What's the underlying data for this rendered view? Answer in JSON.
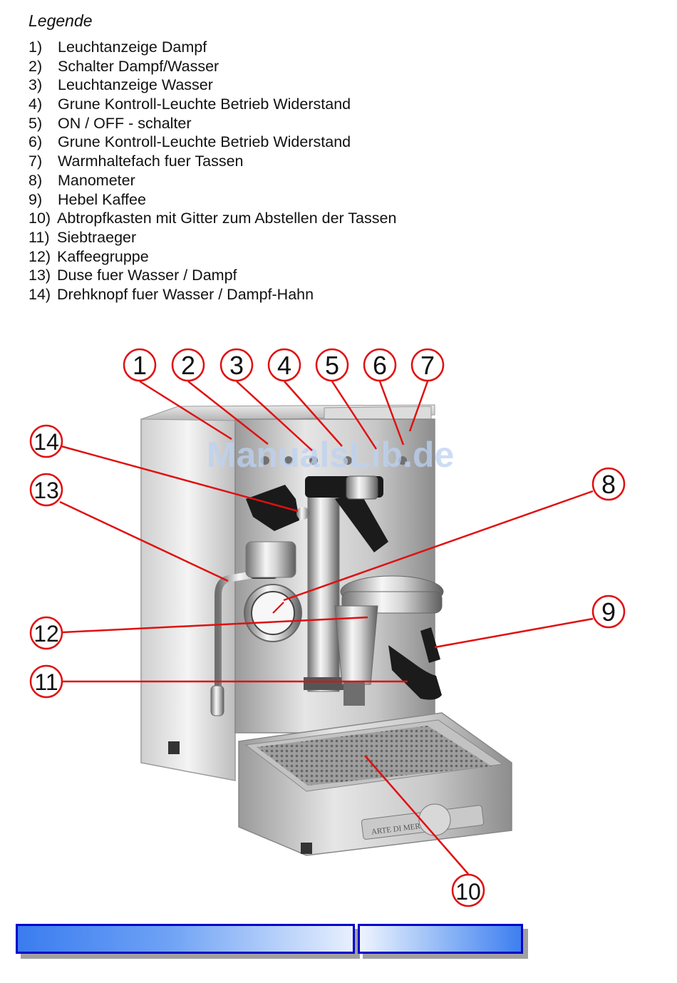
{
  "legend": {
    "title": "Legende",
    "items": [
      {
        "num": "1)",
        "text": "Leuchtanzeige Dampf"
      },
      {
        "num": "2)",
        "text": "Schalter Dampf/Wasser"
      },
      {
        "num": "3)",
        "text": "Leuchtanzeige Wasser"
      },
      {
        "num": "4)",
        "text": "Grune Kontroll-Leuchte Betrieb Widerstand"
      },
      {
        "num": "5)",
        "text": "ON / OFF - schalter"
      },
      {
        "num": "6)",
        "text": "Grune Kontroll-Leuchte Betrieb Widerstand"
      },
      {
        "num": "7)",
        "text": "Warmhaltefach fuer Tassen"
      },
      {
        "num": "8)",
        "text": "Manometer"
      },
      {
        "num": "9)",
        "text": "Hebel Kaffee"
      },
      {
        "num": "10)",
        "text": "Abtropfkasten mit Gitter zum Abstellen der Tassen"
      },
      {
        "num": "11)",
        "text": "Siebtraeger"
      },
      {
        "num": "12)",
        "text": "Kaffeegruppe"
      },
      {
        "num": "13)",
        "text": "Duse fuer Wasser / Dampf"
      },
      {
        "num": "14)",
        "text": "Drehknopf fuer Wasser / Dampf-Hahn"
      }
    ]
  },
  "callouts": [
    "1",
    "2",
    "3",
    "4",
    "5",
    "6",
    "7",
    "8",
    "9",
    "10",
    "11",
    "12",
    "13",
    "14"
  ],
  "watermark": "ManualsLib.de",
  "plate_text": "ARTE DI MERIDIANA",
  "colors": {
    "callout_ring": "#e01010",
    "leader_line": "#e01010",
    "footer_border": "#0000cc",
    "footer_blue": "#3a7cf0",
    "watermark": "#bcd2f2"
  }
}
